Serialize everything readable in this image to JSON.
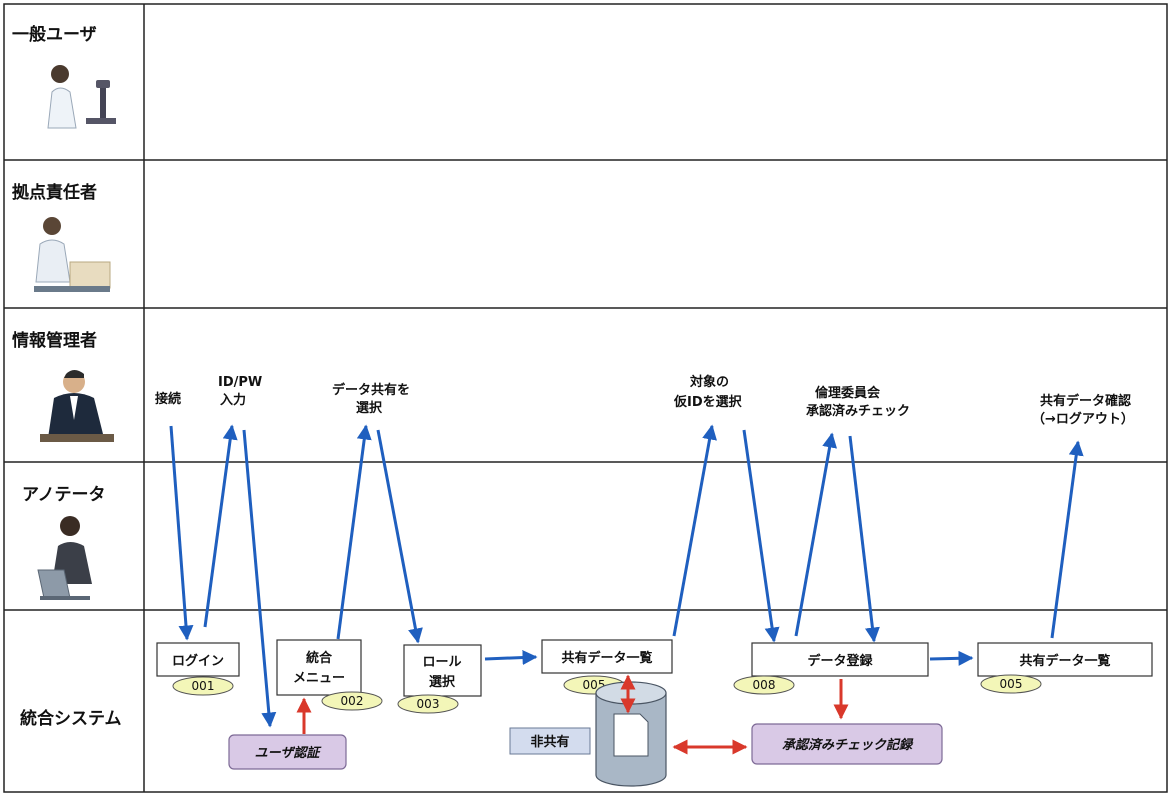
{
  "lanes": [
    {
      "label": "一般ユーザ",
      "icon": "woman-microscope-icon"
    },
    {
      "label": "拠点責任者",
      "icon": "man-at-desk-icon"
    },
    {
      "label": "情報管理者",
      "icon": "man-in-suit-icon"
    },
    {
      "label": "アノテータ",
      "icon": "woman-laptop-icon"
    },
    {
      "label": "統合システム",
      "icon": ""
    }
  ],
  "actions": {
    "connect": "接続",
    "idpw": [
      "ID/PW",
      "入力"
    ],
    "select_share": [
      "データ共有を",
      "選択"
    ],
    "select_temp_id": [
      "対象の",
      "仮IDを選択"
    ],
    "ethics_check": [
      "倫理委員会",
      "承認済みチェック"
    ],
    "confirm_logout": [
      "共有データ確認",
      "（→ログアウト）"
    ]
  },
  "boxes": {
    "login": "ログイン",
    "menu": [
      "統合",
      "メニュー"
    ],
    "role": [
      "ロール",
      "選択"
    ],
    "shared_list_1": "共有データ一覧",
    "data_register": "データ登録",
    "shared_list_2": "共有データ一覧"
  },
  "codes": {
    "login": "001",
    "menu": "002",
    "role": "003",
    "shared_list_1": "005",
    "data_register": "008",
    "shared_list_2": "005"
  },
  "processes": {
    "user_auth": "ユーザ認証",
    "approval_record": "承認済みチェック記録"
  },
  "database": {
    "tag": "非共有",
    "icon": "database-icon"
  },
  "colors": {
    "flow_arrow": "#1f5fbf",
    "process_arrow": "#d9382b",
    "code_ellipse": "#f3f6b8",
    "purple_box": "#d9c9e6",
    "db_tag": "#d3dcee"
  }
}
